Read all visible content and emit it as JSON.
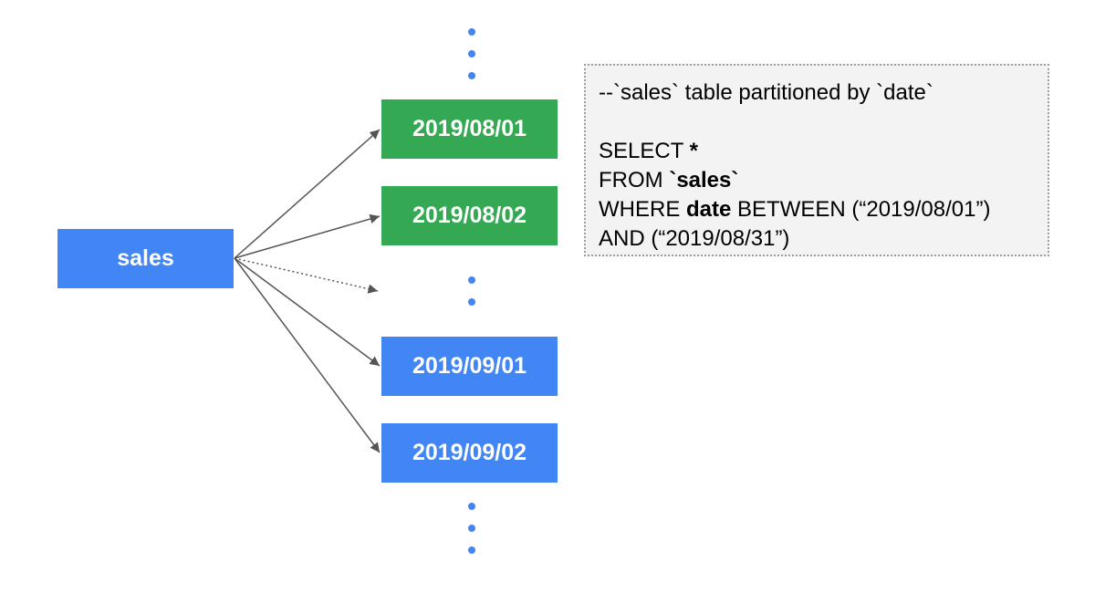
{
  "source_table": {
    "label": "sales"
  },
  "partitions": [
    {
      "label": "2019/08/01",
      "color": "#34a853",
      "selected": true
    },
    {
      "label": "2019/08/02",
      "color": "#34a853",
      "selected": true
    },
    {
      "label": "2019/09/01",
      "color": "#4285f4",
      "selected": false
    },
    {
      "label": "2019/09/02",
      "color": "#4285f4",
      "selected": false
    }
  ],
  "query": {
    "comment": "--`sales` table partitioned by `date`",
    "select_kw": "SELECT ",
    "select_star": "*",
    "from_kw": "FROM ",
    "from_table": "`sales`",
    "where_kw": "WHERE ",
    "where_col": "date",
    "where_rest": " BETWEEN (“2019/08/01”)",
    "and_line": "AND (“2019/08/31”)"
  },
  "colors": {
    "accent_blue": "#4285f4",
    "selected_green": "#34a853",
    "arrow": "#555555",
    "code_bg": "#f3f3f3"
  }
}
